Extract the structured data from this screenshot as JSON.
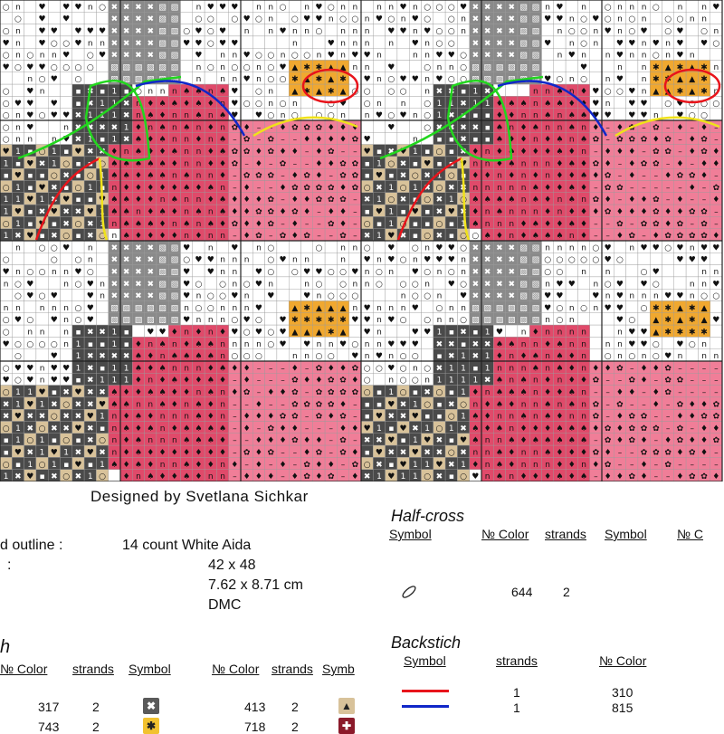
{
  "credit": "Designed by Svetlana Sichkar",
  "info": {
    "outline_label": "d outline :",
    "outline_value": "14 count White Aida",
    "size_label": ":",
    "stitches": "42 x 48",
    "size_cm": "7.62 x 8.71 cm",
    "brand": "DMC"
  },
  "half_cross": {
    "title": "Half-cross",
    "headers": [
      "Symbol",
      "№ Color",
      "strands",
      "Symbol",
      "№ C"
    ],
    "rows": [
      {
        "symbol_icon": "slash-oval-icon",
        "color": "644",
        "strands": "2"
      }
    ]
  },
  "full_stitch": {
    "title_fragment": "h",
    "headers": [
      "№ Color",
      "strands",
      "Symbol",
      "№ Color",
      "strands",
      "Symb"
    ],
    "rows": [
      {
        "color1": "317",
        "strands1": "2",
        "symbol1": "✖",
        "swatch1": "#5a5a5a",
        "color2": "413",
        "strands2": "2",
        "symbol2": "▲",
        "swatch2": "#d8c29a"
      },
      {
        "color1": "743",
        "strands1": "2",
        "symbol1": "✱",
        "swatch1": "#f2c230",
        "color2": "718",
        "strands2": "2",
        "symbol2": "✚",
        "swatch2": "#8b1a2a"
      }
    ]
  },
  "backstitch": {
    "title": "Backstich",
    "headers": [
      "Symbol",
      "strands",
      "№ Color"
    ],
    "rows": [
      {
        "line_color": "#e8141b",
        "strands": "1",
        "color": "310"
      },
      {
        "line_color": "#1027c8",
        "strands": "1",
        "color": "815"
      }
    ]
  },
  "palette": {
    "dark_grey": "#4a4a4a",
    "mid_grey": "#8a8a8a",
    "crimson": "#e04a6a",
    "pink": "#f07e98",
    "tan": "#d8c29a",
    "gold": "#f0a830",
    "outline_green": "#22d61e",
    "outline_red": "#e8141b",
    "outline_blue": "#1027c8",
    "outline_yellow": "#f0e21a"
  }
}
